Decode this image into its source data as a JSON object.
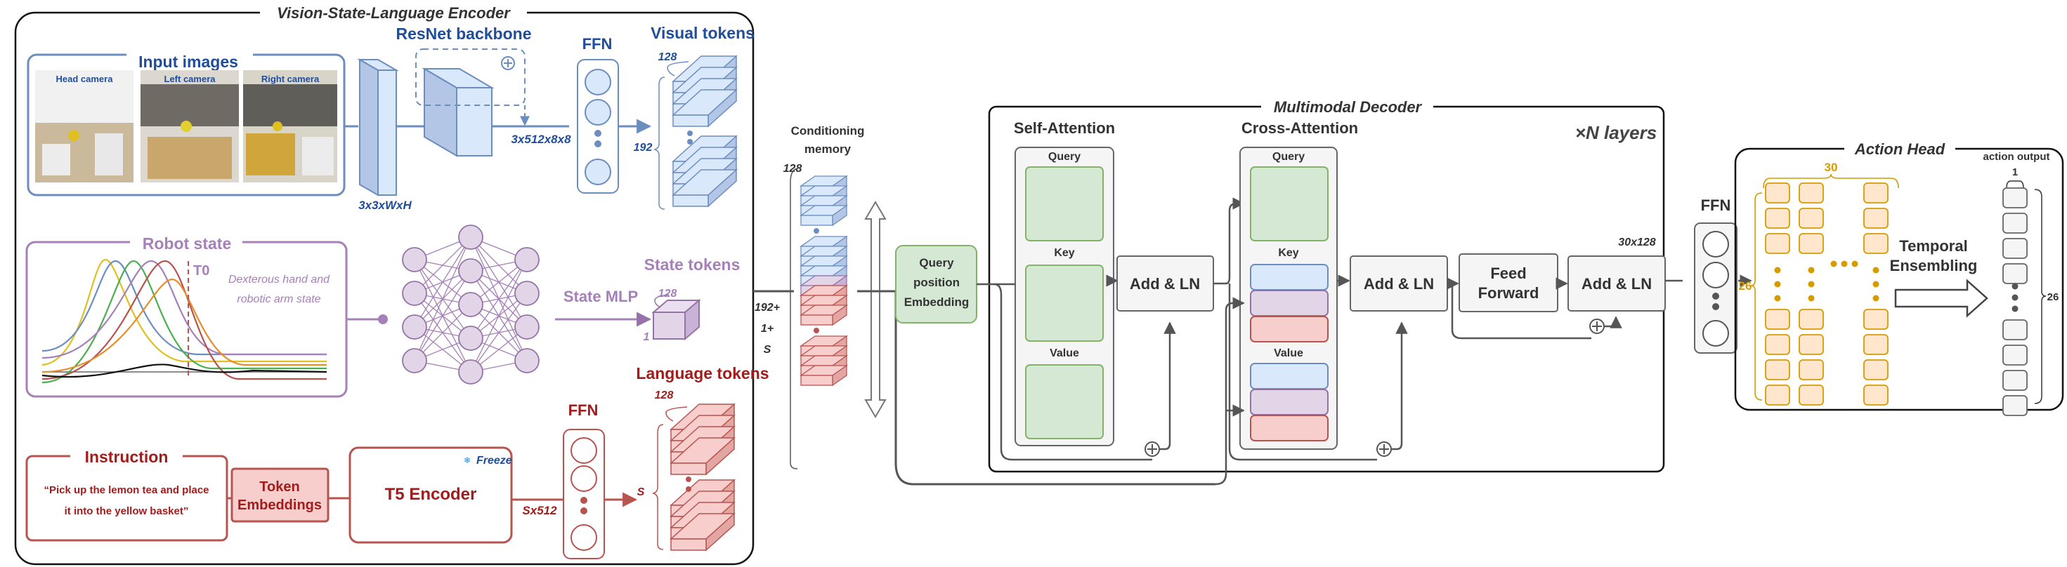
{
  "encoder": {
    "title": "Vision-State-Language Encoder",
    "input_images": {
      "title": "Input images",
      "cameras": [
        "Head camera",
        "Left camera",
        "Right camera"
      ]
    },
    "resnet": {
      "title": "ResNet backbone",
      "input_dim": "3x3xWxH",
      "output_dim": "3x512x8x8"
    },
    "ffn_visual": "FFN",
    "visual_tokens": {
      "title": "Visual tokens",
      "count_top": "128",
      "count_side": "192"
    },
    "robot_state": {
      "title": "Robot state",
      "t0": "T0",
      "desc_line1": "Dexterous hand and",
      "desc_line2": "robotic arm state"
    },
    "state_mlp": "State MLP",
    "state_tokens": {
      "title": "State tokens",
      "count_top": "128",
      "count_side": "1"
    },
    "instruction": {
      "title": "Instruction",
      "line1": "“Pick up the lemon tea and place",
      "line2": "it into the yellow basket”"
    },
    "token_embeddings": {
      "line1": "Token",
      "line2": "Embeddings"
    },
    "t5": {
      "title": "T5 Encoder",
      "freeze": "Freeze",
      "output_dim": "Sx512"
    },
    "ffn_language": "FFN",
    "language_tokens": {
      "title": "Language tokens",
      "count_top": "128",
      "count_side": "S"
    }
  },
  "conditioning": {
    "title_line1": "Conditioning",
    "title_line2": "memory",
    "count_top": "128",
    "side_line1": "192+",
    "side_line2": "1+",
    "side_line3": "S"
  },
  "query_embedding": {
    "line1": "Query",
    "line2": "position",
    "line3": "Embedding"
  },
  "decoder": {
    "title": "Multimodal Decoder",
    "layers": "×N layers",
    "self_attention": {
      "title": "Self-Attention",
      "query": "Query",
      "key": "Key",
      "value": "Value"
    },
    "cross_attention": {
      "title": "Cross-Attention",
      "query": "Query",
      "key": "Key",
      "value": "Value"
    },
    "add_ln_1": "Add & LN",
    "add_ln_2": "Add & LN",
    "feed_forward": {
      "line1": "Feed",
      "line2": "Forward"
    },
    "add_ln_3": "Add & LN",
    "dim_out": "30x128"
  },
  "ffn_out": "FFN",
  "action_head": {
    "title": "Action Head",
    "count_top": "30",
    "count_side": "26",
    "temporal_line1": "Temporal",
    "temporal_line2": "Ensembling",
    "output_label": "action output",
    "output_count_top": "1",
    "output_count_side": "26"
  },
  "colors": {
    "blue": "#1f4e9c",
    "purple": "#a680b8",
    "red": "#a31c1c",
    "orange": "#d79b00",
    "green": "#82b366",
    "gray": "#666666"
  }
}
